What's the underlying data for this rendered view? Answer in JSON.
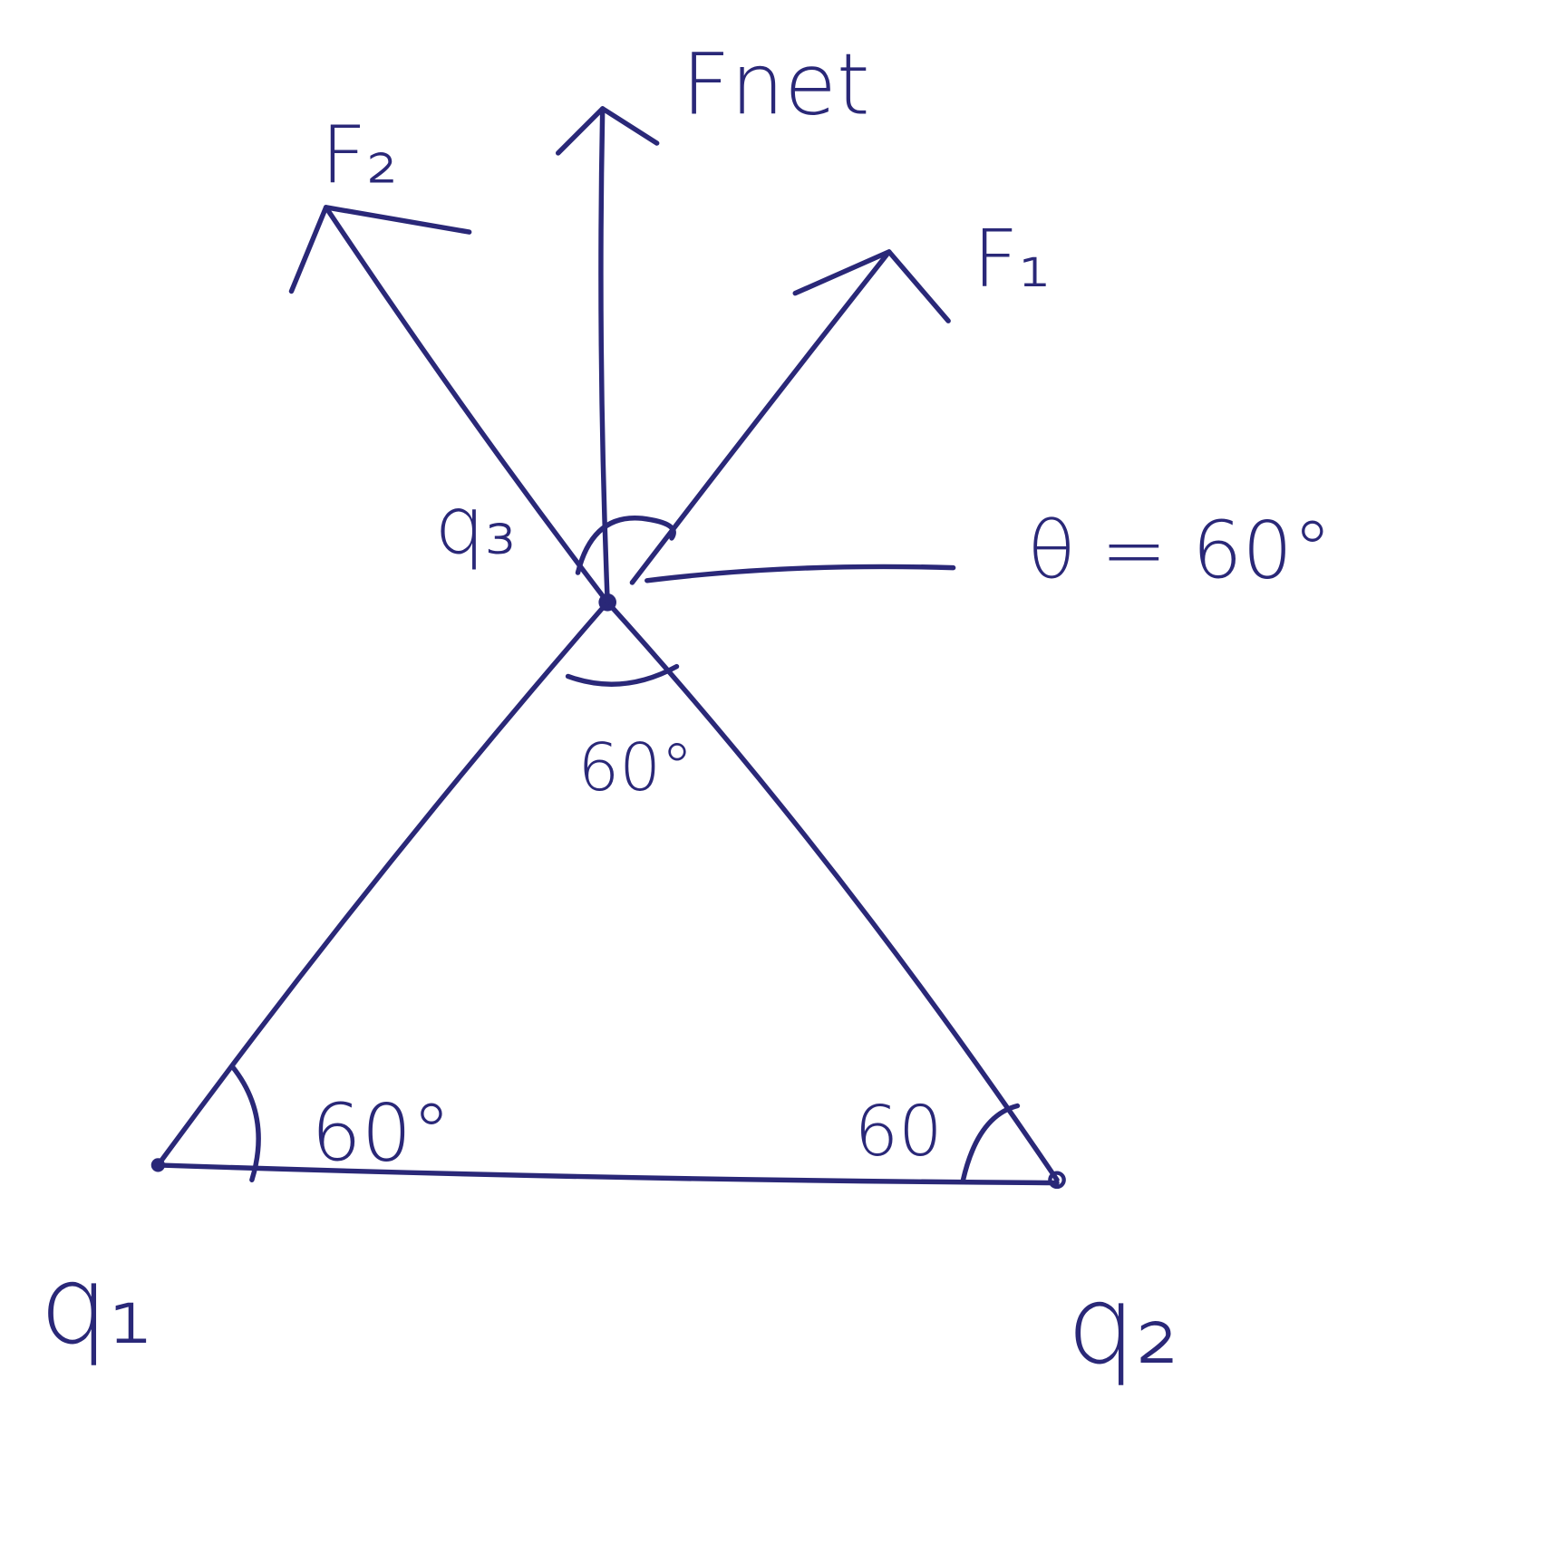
{
  "labels": {
    "fnet": "Fnet",
    "f1": "F₁",
    "f2": "F₂",
    "q1": "q₁",
    "q2": "q₂",
    "q3": "q₃",
    "theta": "θ = 60°",
    "angle_top": "60°",
    "angle_q1": "60°",
    "angle_q2": "60"
  },
  "colors": {
    "ink": "#2a2878",
    "background": "#ffffff"
  }
}
